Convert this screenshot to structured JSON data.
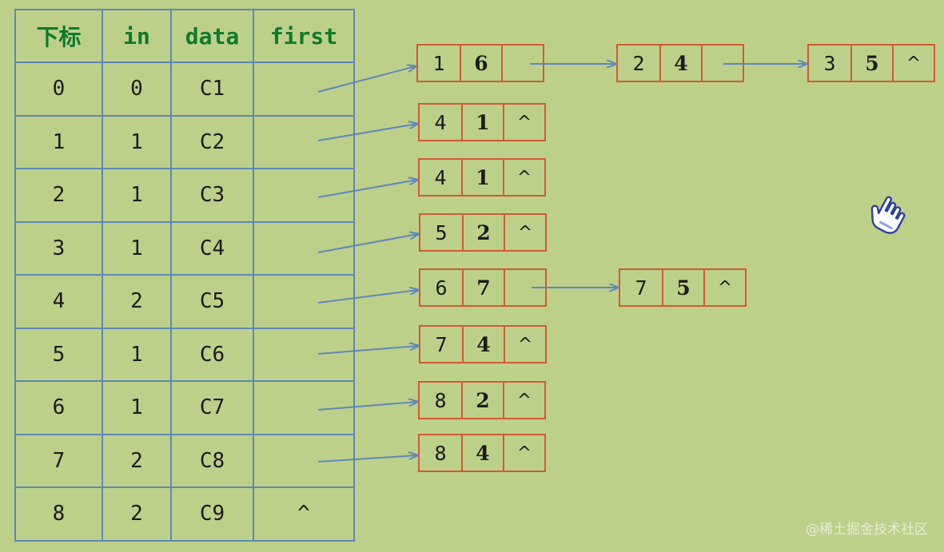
{
  "vertex_table": {
    "headers": [
      "下标",
      "in",
      "data",
      "first"
    ],
    "rows": [
      [
        "0",
        "0",
        "C1",
        ""
      ],
      [
        "1",
        "1",
        "C2",
        ""
      ],
      [
        "2",
        "1",
        "C3",
        ""
      ],
      [
        "3",
        "1",
        "C4",
        ""
      ],
      [
        "4",
        "2",
        "C5",
        ""
      ],
      [
        "5",
        "1",
        "C6",
        ""
      ],
      [
        "6",
        "1",
        "C7",
        ""
      ],
      [
        "7",
        "2",
        "C8",
        ""
      ],
      [
        "8",
        "2",
        "C9",
        "^"
      ]
    ]
  },
  "edge_lists": [
    [
      [
        "1",
        "6",
        ""
      ],
      [
        "2",
        "4",
        ""
      ],
      [
        "3",
        "5",
        "^"
      ]
    ],
    [
      [
        "4",
        "1",
        "^"
      ]
    ],
    [
      [
        "4",
        "1",
        "^"
      ]
    ],
    [
      [
        "5",
        "2",
        "^"
      ]
    ],
    [
      [
        "6",
        "7",
        ""
      ],
      [
        "7",
        "5",
        "^"
      ]
    ],
    [
      [
        "7",
        "4",
        "^"
      ]
    ],
    [
      [
        "8",
        "2",
        "^"
      ]
    ],
    [
      [
        "8",
        "4",
        "^"
      ]
    ]
  ],
  "colors": {
    "background": "#bdd08a",
    "table_border": "#5e87b7",
    "header_text": "#0f7a2c",
    "node_border": "#cf5a33",
    "arrow": "#5e87b7"
  },
  "cursor_icon": "hand-pointer-icon",
  "watermark": "@稀土掘金技术社区"
}
